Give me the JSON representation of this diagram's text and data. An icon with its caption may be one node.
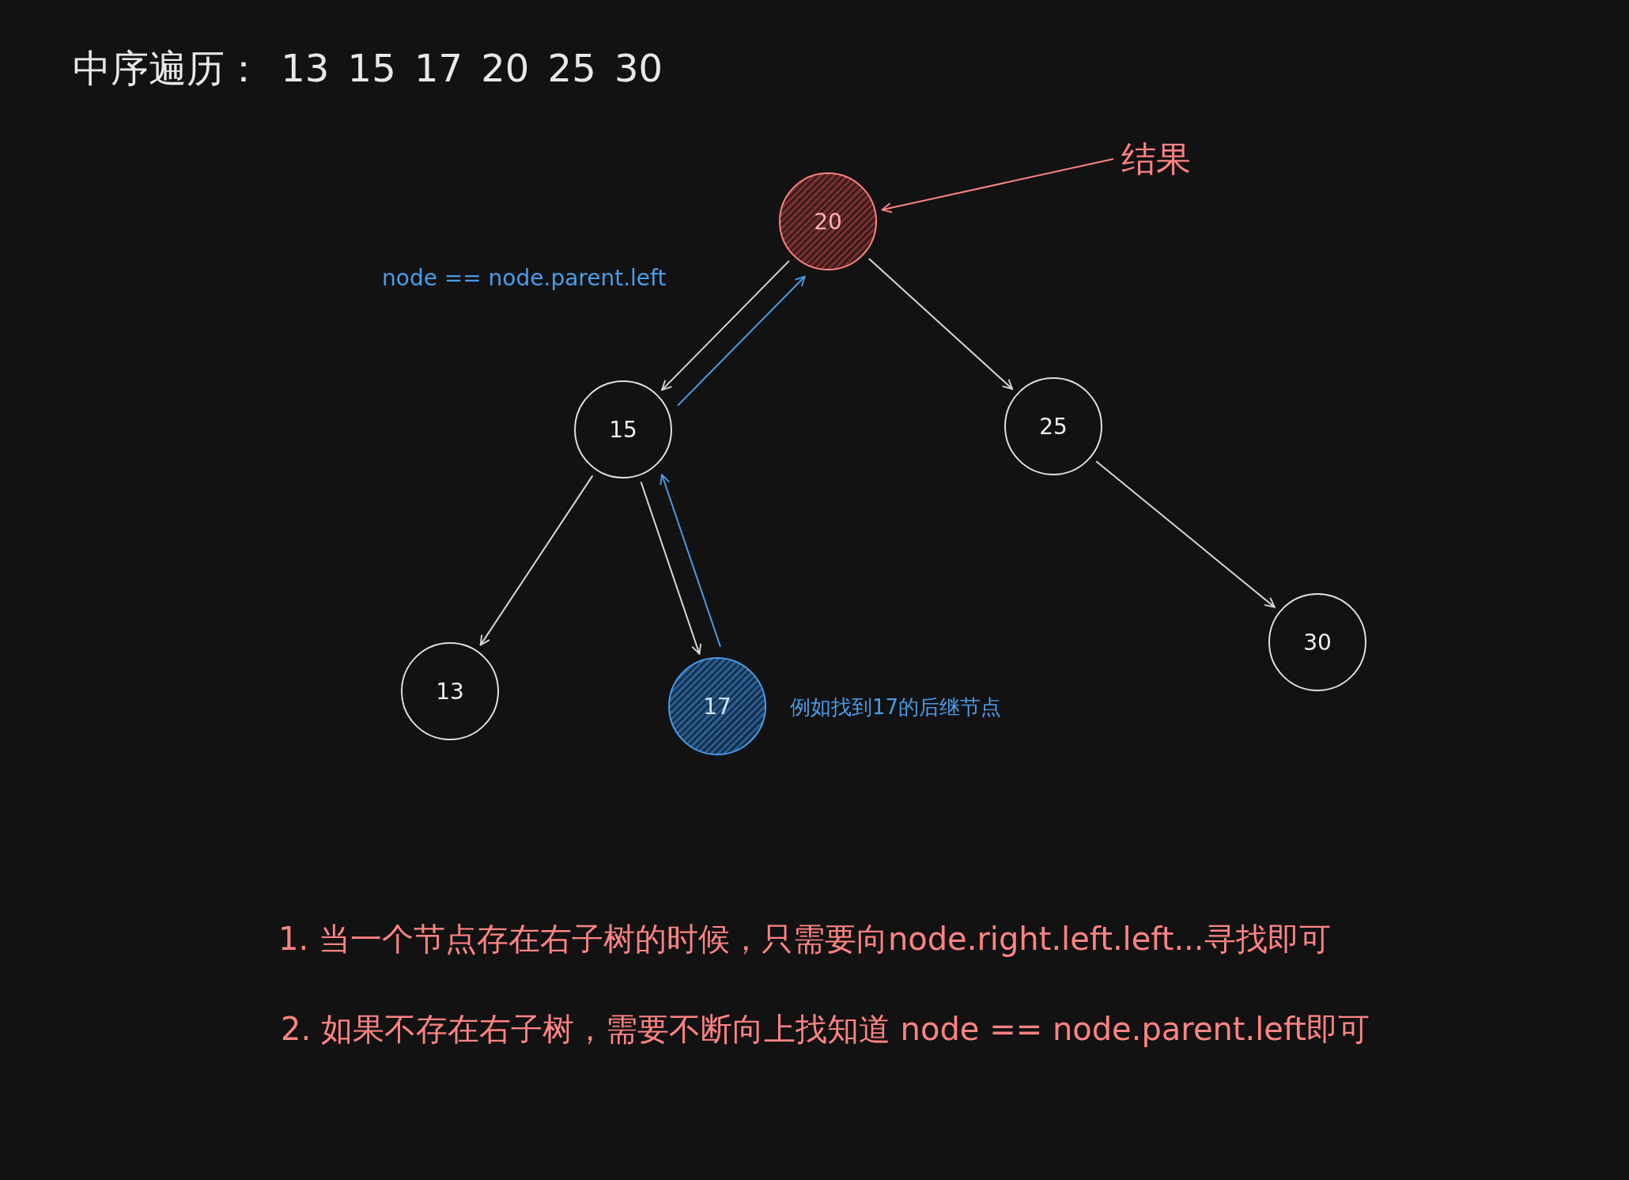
{
  "diagram": {
    "title": "中序遍历： 13 15 17 20 25 30",
    "nodes": [
      {
        "text": [
          "20"
        ]
      },
      {
        "text": [
          "15"
        ]
      },
      {
        "text": [
          "25"
        ]
      },
      {
        "text": [
          "13"
        ]
      },
      {
        "text": [
          "17"
        ],
        "beside": [
          "例如找到17的后继节点"
        ]
      },
      {
        "text": [
          "30"
        ]
      },
      {
        "text": [
          "结果"
        ]
      }
    ],
    "edges": [
      {
        "from": 0,
        "to": 1,
        "arrow": "to"
      },
      {
        "from": 0,
        "to": 2,
        "arrow": "to"
      },
      {
        "from": 1,
        "to": 3,
        "arrow": "to"
      },
      {
        "from": 1,
        "to": 4,
        "arrow": "to"
      },
      {
        "from": 2,
        "to": 5,
        "arrow": "to"
      },
      {
        "from": 4,
        "to": 1,
        "arrow": "to",
        "color": "#4a9ce8"
      },
      {
        "from": 1,
        "to": 0,
        "arrow": "to",
        "color": "#4a9ce8"
      },
      {
        "from": 6,
        "to": 0,
        "arrow": "to",
        "color": "#ff8383"
      }
    ],
    "labels": [
      "node == node.parent.left",
      "1. 当一个节点存在右子树的时候，只需要向node.right.left.left...寻找即可",
      "2. 如果不存在右子树，需要不断向上找知道 node == node.parent.left即可"
    ]
  }
}
